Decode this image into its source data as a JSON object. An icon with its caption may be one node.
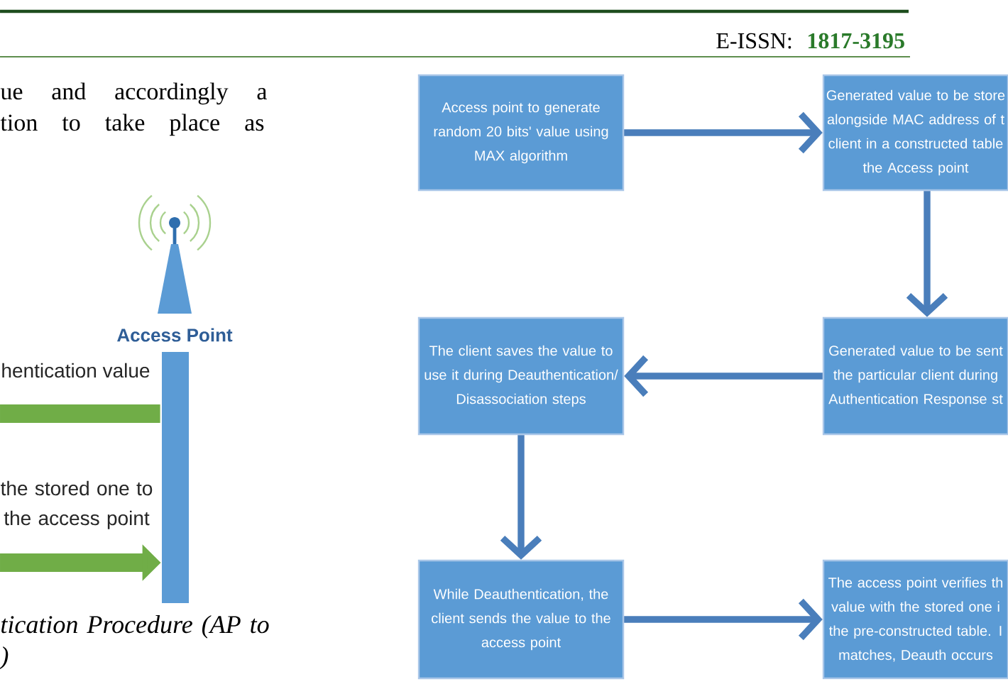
{
  "diagram": {
    "caption": "tication Procedure (AP to )",
    "nodes": [
      {
        "text": [
          "Access Point"
        ]
      },
      {
        "text": [
          "Access point to generate random 20 bits' value using MAX algorithm"
        ]
      },
      {
        "text": [
          "Generated value to be store alongside MAC address of t client in a constructed table the Access point"
        ]
      },
      {
        "text": [
          "The client saves the value to use it during Deauthentication/ Disassociation steps"
        ]
      },
      {
        "text": [
          "Generated value to be sent the particular client during Authentication Response st"
        ]
      },
      {
        "text": [
          "While Deauthentication, the client sends the value to the access point"
        ]
      },
      {
        "text": [
          "The access point verifies th value with the stored one i the pre-constructed table. I matches, Deauth occurs"
        ]
      }
    ],
    "edges": [
      {
        "from": 0,
        "to": null,
        "arrow": "none",
        "label": "hentication value",
        "style": "thick",
        "color": "#70ad47"
      },
      {
        "from": null,
        "to": 0,
        "arrow": "to",
        "label": "the stored one to the access point",
        "style": "thick",
        "color": "#70ad47"
      },
      {
        "from": 1,
        "to": 2,
        "arrow": "to"
      },
      {
        "from": 2,
        "to": 4,
        "arrow": "to"
      },
      {
        "from": 4,
        "to": 3,
        "arrow": "to"
      },
      {
        "from": 3,
        "to": 5,
        "arrow": "to"
      },
      {
        "from": 5,
        "to": 6,
        "arrow": "to"
      }
    ],
    "labels": [
      "E-ISSN:",
      "1817-3195",
      "ue and accordingly a tion to take place as"
    ]
  }
}
